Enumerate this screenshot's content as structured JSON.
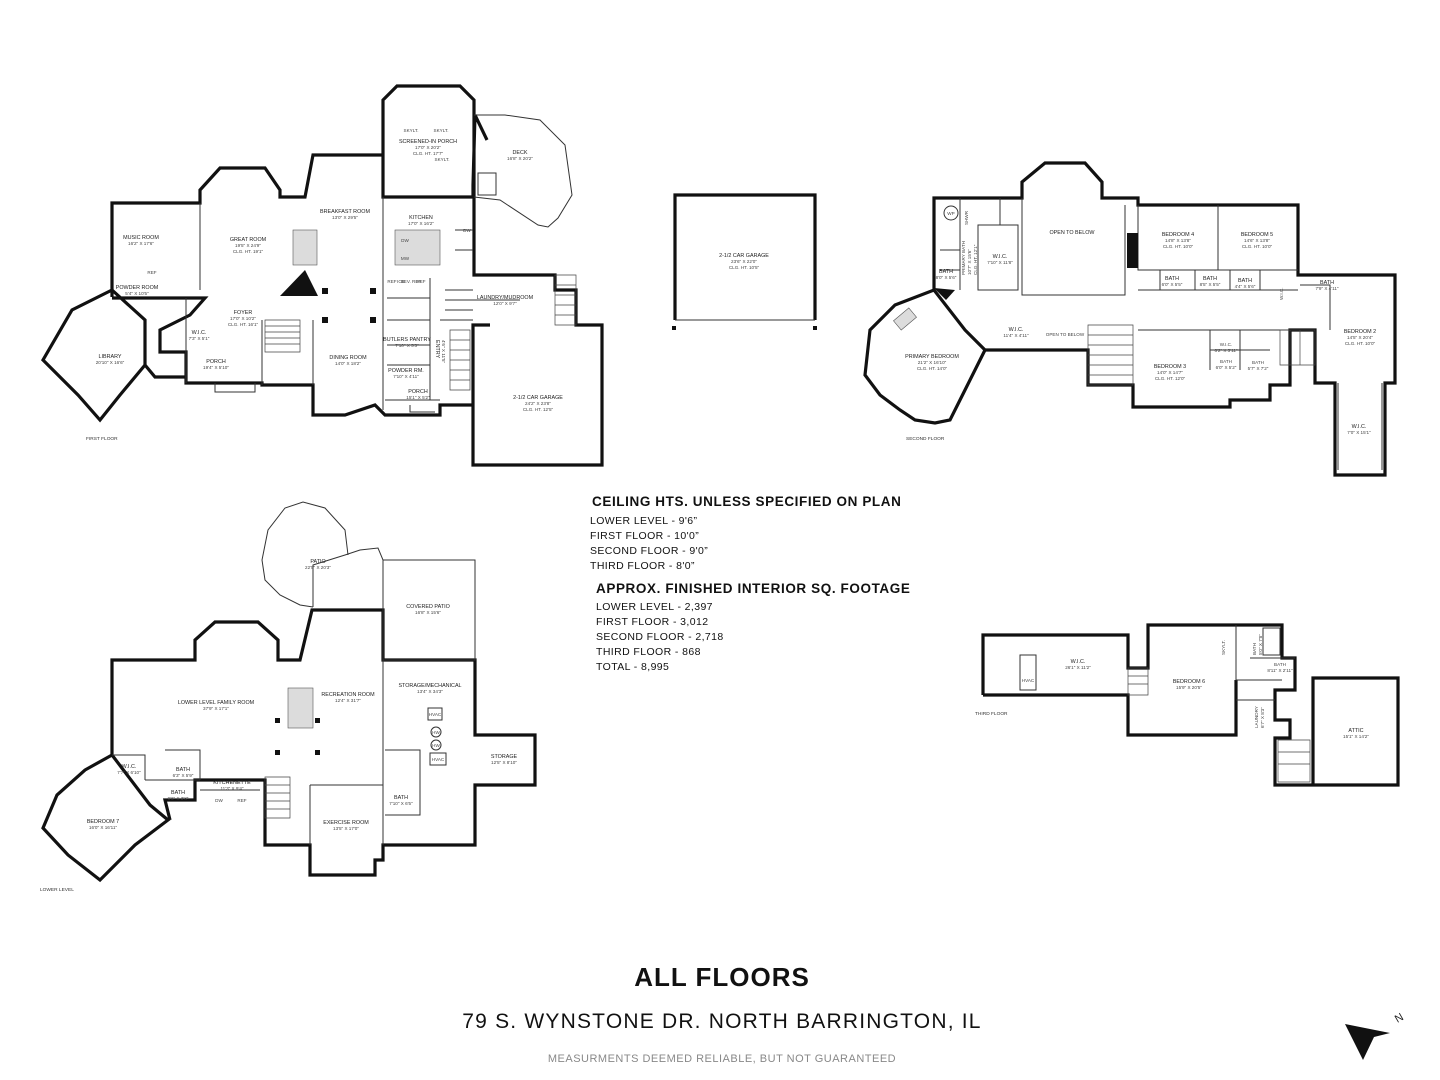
{
  "first_floor": {
    "caption": "FIRST FLOOR",
    "rooms": [
      {
        "name": "MUSIC ROOM",
        "dims": "16'2\" X 17'6\""
      },
      {
        "name": "GREAT ROOM",
        "dims": "19'5\" X 24'9\"",
        "clg": "CLG. HT. 19'1\""
      },
      {
        "name": "BREAKFAST ROOM",
        "dims": "13'0\" X 29'5\""
      },
      {
        "name": "SCREENED-IN PORCH",
        "dims": "17'0\" X 20'2\"",
        "clg": "CLG. HT. 17'7\""
      },
      {
        "name": "DECK",
        "dims": "16'8\" X 20'2\""
      },
      {
        "name": "KITCHEN",
        "dims": "17'0\" X 16'2\""
      },
      {
        "name": "POWDER ROOM",
        "dims": "5'4\" X 10'5\""
      },
      {
        "name": "LIBRARY",
        "dims": "20'10\" X 16'6\""
      },
      {
        "name": "FOYER",
        "dims": "17'0\" X 10'2\"",
        "clg": "CLG. HT. 16'1\""
      },
      {
        "name": "W.I.C.",
        "dims": "7'3\" X 5'1\""
      },
      {
        "name": "PORCH",
        "dims": "19'4\" X 5'10\""
      },
      {
        "name": "DINING ROOM",
        "dims": "14'0\" X 18'2\""
      },
      {
        "name": "BUTLERS PANTRY",
        "dims": "7'10\" X 5'3\""
      },
      {
        "name": "POWDER RM.",
        "dims": "7'10\" X 4'11\""
      },
      {
        "name": "PORCH",
        "dims": "15'1\" X 5'2\""
      },
      {
        "name": "ENTRY",
        "dims": "4'6\" X 11'5\""
      },
      {
        "name": "LAUNDRY/MUDROOM",
        "dims": "12'0\" X 9'7\""
      },
      {
        "name": "2-1/2 CAR GARAGE",
        "dims": "24'2\" X 23'8\"",
        "clg": "CLG. HT. 12'5\""
      }
    ],
    "skylights": [
      "SKYLT.",
      "SKYLT.",
      "SKYLT."
    ],
    "appliances": [
      "DW",
      "MW",
      "DW",
      "REF",
      "ICE",
      "BEV. REF",
      "REF",
      "REF"
    ]
  },
  "detached_garage": {
    "name": "2-1/2 CAR GARAGE",
    "dims": "23'6\" X 22'0\"",
    "clg": "CLG. HT. 10'5\""
  },
  "second_floor": {
    "caption": "SECOND FLOOR",
    "rooms": [
      {
        "name": "OPEN TO BELOW",
        "dims": ""
      },
      {
        "name": "BEDROOM 4",
        "dims": "14'8\" X 13'8\"",
        "clg": "CLG. HT. 10'0\""
      },
      {
        "name": "BEDROOM 5",
        "dims": "14'6\" X 13'8\"",
        "clg": "CLG. HT. 10'0\""
      },
      {
        "name": "PRIMARY BATH",
        "dims": "10'7\" X 15'6\"",
        "clg": "CLG. HT. 12'1\""
      },
      {
        "name": "W.I.C.",
        "dims": "7'10\" X 11'8\""
      },
      {
        "name": "BATH",
        "dims": "8'0\" X 5'6\""
      },
      {
        "name": "BATH",
        "dims": "6'0\" X 5'5\""
      },
      {
        "name": "BATH",
        "dims": "8'5\" X 5'5\""
      },
      {
        "name": "BATH",
        "dims": "4'4\" X 5'6\""
      },
      {
        "name": "W.I.C.",
        "dims": "3'6\" X 5'5\""
      },
      {
        "name": "BATH",
        "dims": "7'9\" X 4'11\""
      },
      {
        "name": "BEDROOM 2",
        "dims": "14'5\" X 20'4\"",
        "clg": "CLG. HT. 10'0\""
      },
      {
        "name": "PRIMARY BEDROOM",
        "dims": "21'2\" X 16'10\"",
        "clg": "CLG. HT. 14'0\""
      },
      {
        "name": "W.I.C.",
        "dims": "11'4\" X 4'11\""
      },
      {
        "name": "OPEN TO BELOW",
        "dims": ""
      },
      {
        "name": "BEDROOM 3",
        "dims": "14'0\" X 14'7\"",
        "clg": "CLG. HT. 12'0\""
      },
      {
        "name": "W.I.C.",
        "dims": "6'2\" X 3'11\""
      },
      {
        "name": "BATH",
        "dims": "6'0\" X 5'2\""
      },
      {
        "name": "BATH",
        "dims": "5'7\" X 7'2\""
      },
      {
        "name": "W.I.C.",
        "dims": "7'0\" X 15'1\""
      }
    ],
    "fixtures": [
      "WP",
      "SHWR"
    ]
  },
  "lower_level": {
    "caption": "LOWER LEVEL",
    "rooms": [
      {
        "name": "PATIO",
        "dims": "22'5\" X 20'3\""
      },
      {
        "name": "COVERED PATIO",
        "dims": "16'8\" X 15'6\""
      },
      {
        "name": "LOWER LEVEL FAMILY ROOM",
        "dims": "37'9\" X 17'1\""
      },
      {
        "name": "RECREATION ROOM",
        "dims": "12'4\" X 31'7\""
      },
      {
        "name": "STORAGE/MECHANICAL",
        "dims": "13'4\" X 34'3\""
      },
      {
        "name": "STORAGE",
        "dims": "12'5\" X 8'10\""
      },
      {
        "name": "W.I.C.",
        "dims": "7'7\" X 6'10\""
      },
      {
        "name": "BATH",
        "dims": "6'3\" X 5'9\""
      },
      {
        "name": "BATH",
        "dims": "9'6\" X 3'8\""
      },
      {
        "name": "KITCHENETTE",
        "dims": "11'3\" X 9'4\""
      },
      {
        "name": "BEDROOM 7",
        "dims": "16'0\" X 16'11\""
      },
      {
        "name": "EXERCISE ROOM",
        "dims": "13'5\" X 17'0\""
      },
      {
        "name": "BATH",
        "dims": "7'10\" X 6'5\""
      }
    ],
    "equipment": [
      "HVAC",
      "HW",
      "HW",
      "HVAC",
      "DW",
      "REF"
    ]
  },
  "third_floor": {
    "caption": "THIRD FLOOR",
    "rooms": [
      {
        "name": "W.I.C.",
        "dims": "26'1\" X 11'2\""
      },
      {
        "name": "BEDROOM 6",
        "dims": "15'9\" X 20'5\""
      },
      {
        "name": "BATH",
        "dims": "5'0\" X 7'8\""
      },
      {
        "name": "BATH",
        "dims": "8'11\" X 2'11\""
      },
      {
        "name": "LAUNDRY",
        "dims": "6'7\" X 8'3\""
      },
      {
        "name": "ATTIC",
        "dims": "15'1\" X 14'2\""
      }
    ],
    "equipment": [
      "HVAC",
      "SKYLT."
    ]
  },
  "ceiling_heights": {
    "heading": "CEILING HTS. UNLESS SPECIFIED ON PLAN",
    "lines": [
      "LOWER LEVEL - 9'6”",
      "FIRST FLOOR - 10'0”",
      "SECOND FLOOR - 9'0”",
      "THIRD FLOOR - 8'0”"
    ]
  },
  "square_footage": {
    "heading": "APPROX. FINISHED INTERIOR SQ. FOOTAGE",
    "lines": [
      "LOWER LEVEL - 2,397",
      "FIRST FLOOR - 3,012",
      "SECOND FLOOR - 2,718",
      "THIRD FLOOR - 868",
      "TOTAL - 8,995"
    ]
  },
  "title": "ALL FLOORS",
  "address": "79 S. WYNSTONE DR. NORTH BARRINGTON, IL",
  "disclaimer": "MEASURMENTS DEEMED RELIABLE, BUT NOT GUARANTEED",
  "compass_label": "N"
}
